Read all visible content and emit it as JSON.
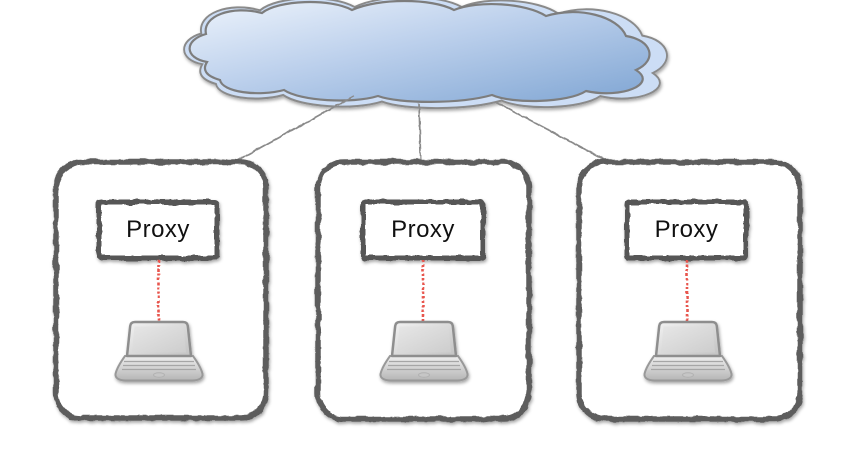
{
  "diagram": {
    "type": "network-topology",
    "cloud": {
      "icon": "cloud-icon",
      "fill_start": "#ecf2fb",
      "fill_end": "#7fa5d3",
      "back_fill": "#ccddf5",
      "outline": "#7d7d7d"
    },
    "nodes": [
      {
        "proxy_label": "Proxy",
        "device_icon": "laptop-icon"
      },
      {
        "proxy_label": "Proxy",
        "device_icon": "laptop-icon"
      },
      {
        "proxy_label": "Proxy",
        "device_icon": "laptop-icon"
      }
    ],
    "links": {
      "cloud_to_proxy": {
        "style": "solid",
        "color": "#8a8a8a",
        "count": 3
      },
      "proxy_to_device": {
        "style": "dotted",
        "color": "#e8554d",
        "count": 3
      }
    },
    "colors": {
      "box_border_gray": "#575757",
      "box_fill": "#ffffff",
      "laptop_gray_light": "#f0f0f0",
      "laptop_gray_dark": "#b5b5b5",
      "label_text": "#101010"
    }
  }
}
